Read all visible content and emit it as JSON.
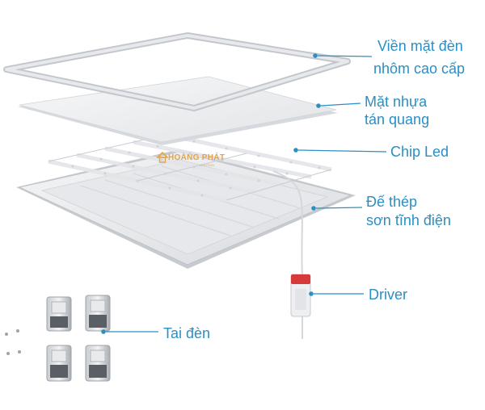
{
  "watermark": {
    "brand": "HOÀNG PHÁT",
    "sub": "LIGHTING"
  },
  "parts": [
    {
      "name": "frame",
      "lines": [
        "Viền mặt đèn",
        "nhôm cao cấp"
      ]
    },
    {
      "name": "diffuser",
      "lines": [
        "Mặt nhựa",
        "tán quang"
      ]
    },
    {
      "name": "chip",
      "lines": [
        "Chip Led"
      ]
    },
    {
      "name": "base",
      "lines": [
        "Đế thép",
        "sơn tĩnh điện"
      ]
    },
    {
      "name": "driver",
      "lines": [
        "Driver"
      ]
    },
    {
      "name": "clips",
      "lines": [
        "Tai đèn"
      ]
    }
  ],
  "colors": {
    "accent": "#2a8fc4",
    "panel": "#e9ebee",
    "frame": "#d6d9dd",
    "driver": "#d63a3a"
  }
}
